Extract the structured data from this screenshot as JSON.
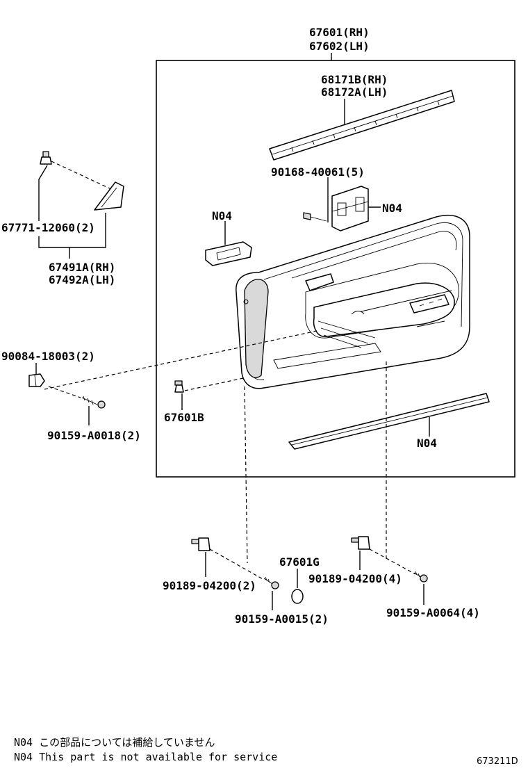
{
  "labels": {
    "trim_rh": "67601(RH)",
    "trim_lh": "67602(LH)",
    "weatherstrip_rh": "68171B(RH)",
    "weatherstrip_lh": "68172A(LH)",
    "screw_90168": "90168-40061(5)",
    "n04_bracket": "N04",
    "n04_bezel": "N04",
    "n04_strip": "N04",
    "clip_67771": "67771-12060(2)",
    "cover_rh": "67491A(RH)",
    "cover_lh": "67492A(LH)",
    "clip_90084": "90084-18003(2)",
    "screw_90159_a0018": "90159-A0018(2)",
    "clip_67601b": "67601B",
    "clip_90189_left": "90189-04200(2)",
    "screw_90159_a0015": "90159-A0015(2)",
    "plug_67601g": "67601G",
    "clip_90189_right": "90189-04200(4)",
    "screw_90159_a0064": "90159-A0064(4)"
  },
  "notes": {
    "jp": "N04 この部品については補給していません",
    "en": "N04 This part is not available for service"
  },
  "figure_ref": "673211D"
}
